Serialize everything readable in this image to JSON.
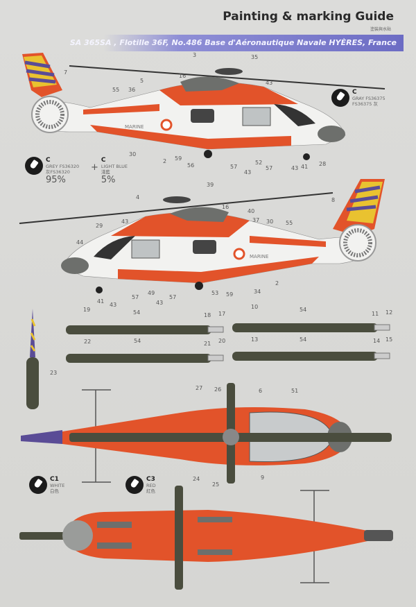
{
  "header": {
    "title": "Painting & marking Guide",
    "subtitle_cn": "塗裝與水貼",
    "aircraft": "SA 365SA , Flotille 36F, No.486 Base d'Aéronautique Navale HYÈRES, France"
  },
  "markings": {
    "side_text": "MARINE"
  },
  "paints": [
    {
      "code": "C",
      "name": "GREY FS36320",
      "name_cn": "灰FS36320",
      "percent": "95%"
    },
    {
      "code": "C",
      "name": "LIGHT BLUE",
      "name_cn": "淺藍",
      "percent": "5%"
    },
    {
      "code": "C",
      "name": "GRAY FS36375",
      "name_cn": "FS36375 灰"
    },
    {
      "code": "C1",
      "name": "WHITE",
      "name_cn": "白色"
    },
    {
      "code": "C3",
      "name": "RED",
      "name_cn": "紅色"
    }
  ],
  "mix_symbol": "+",
  "callouts": [
    "3",
    "35",
    "7",
    "16",
    "5",
    "43",
    "55",
    "36",
    "30",
    "2",
    "59",
    "56",
    "57",
    "43",
    "52",
    "57",
    "43",
    "41",
    "28",
    "39",
    "4",
    "8",
    "16",
    "29",
    "43",
    "40",
    "37",
    "30",
    "55",
    "44",
    "41",
    "43",
    "57",
    "49",
    "43",
    "57",
    "53",
    "59",
    "34",
    "2",
    "19",
    "54",
    "18",
    "17",
    "10",
    "54",
    "11",
    "12",
    "22",
    "54",
    "21",
    "20",
    "13",
    "54",
    "14",
    "15",
    "23",
    "27",
    "26",
    "6",
    "51",
    "24",
    "25",
    "9"
  ],
  "colors": {
    "orange": "#e2532a",
    "white": "#f2f2f0",
    "grey": "#6d6f6c",
    "olive": "#4a4d3e",
    "yellow": "#e9c230",
    "purple": "#5a4c96"
  }
}
